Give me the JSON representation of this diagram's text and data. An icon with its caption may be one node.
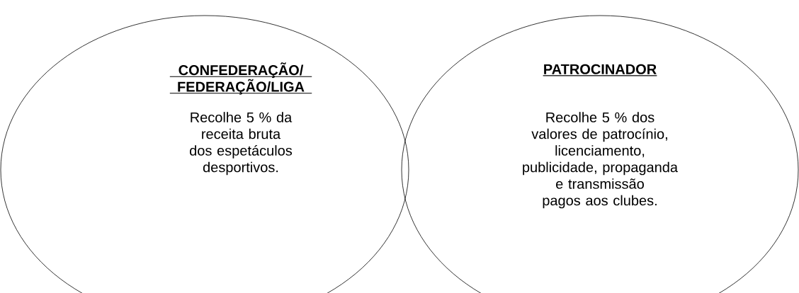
{
  "diagram": {
    "nodes": [
      {
        "text": [
          "CONFEDERAÇÃO/ FEDERAÇÃO/LIGA",
          "Recolhe 5 % da receita bruta dos espetáculos desportivos."
        ]
      },
      {
        "text": [
          "PATROCINADOR",
          "Recolhe 5 % dos valores de patrocínio, licenciamento, publicidade, propaganda e transmissão pagos aos clubes."
        ]
      }
    ]
  }
}
